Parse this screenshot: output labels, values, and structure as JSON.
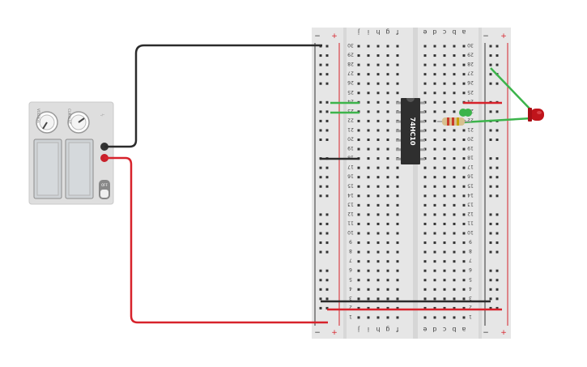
{
  "canvas": {
    "background": "#ffffff"
  },
  "power_supply": {
    "knob_labels": [
      "VOLTAGE",
      "CURRENT"
    ],
    "off_label": "OFF",
    "colors": {
      "body": "#dedede",
      "panel": "#cfd3d6",
      "terminal_neg": "#333333",
      "terminal_pos": "#c8202a"
    }
  },
  "breadboard": {
    "rail_minus_label": "−",
    "rail_plus_label": "+",
    "column_letters_left": [
      "j",
      "i",
      "h",
      "g",
      "f"
    ],
    "column_letters_right": [
      "e",
      "d",
      "c",
      "b",
      "a"
    ],
    "row_count": 30,
    "colors": {
      "board": "#e6e6e6",
      "hole": "#333333",
      "rail_red": "#d7222b",
      "rail_dark": "#333333"
    }
  },
  "chip": {
    "label": "74HC10",
    "pins_per_side": 7
  },
  "resistor": {
    "colors": {
      "body": "#d7c08f",
      "bands": [
        "#c93a2a",
        "#c93a2a",
        "#c8a000"
      ]
    }
  },
  "led": {
    "color": "#c0141b"
  },
  "wires": [
    {
      "name": "wire-ground-black",
      "color": "#2b2b2b"
    },
    {
      "name": "wire-power-red",
      "color": "#d7222b"
    },
    {
      "name": "wire-jumper-green-1",
      "color": "#3cb44b"
    },
    {
      "name": "wire-jumper-green-2",
      "color": "#3cb44b"
    },
    {
      "name": "wire-led-green",
      "color": "#3cb44b"
    },
    {
      "name": "wire-led-return-green",
      "color": "#3cb44b"
    },
    {
      "name": "wire-rail-black-bottom",
      "color": "#2b2b2b"
    },
    {
      "name": "wire-rail-red-bottom",
      "color": "#d7222b"
    },
    {
      "name": "wire-rail-red-top",
      "color": "#d7222b"
    },
    {
      "name": "wire-rail-black-mid",
      "color": "#2b2b2b"
    }
  ]
}
